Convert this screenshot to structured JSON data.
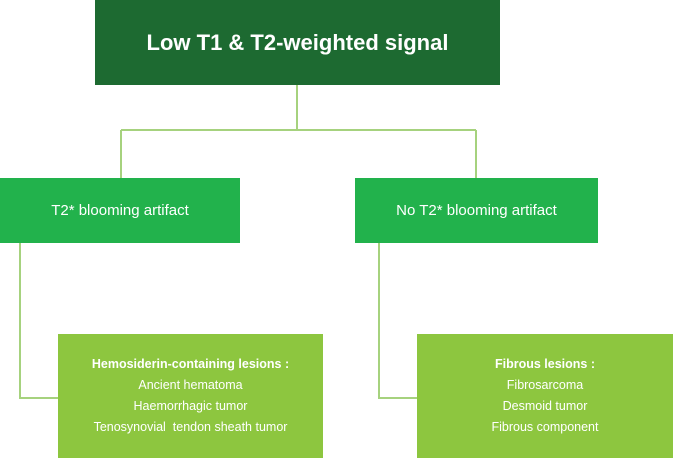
{
  "root": {
    "label": "Low T1 & T2-weighted signal"
  },
  "branches": [
    {
      "label": "T2* blooming artifact",
      "leaf": {
        "heading": "Hemosiderin-containing lesions :",
        "items": [
          "Ancient hematoma",
          "Haemorrhagic tumor",
          "Tenosynovial  tendon sheath tumor"
        ]
      }
    },
    {
      "label": "No T2* blooming artifact",
      "leaf": {
        "heading": "Fibrous lesions :",
        "items": [
          "Fibrosarcoma",
          "Desmoid tumor",
          "Fibrous component"
        ]
      }
    }
  ],
  "colors": {
    "root": "#1d6a31",
    "branch": "#22b24c",
    "leaf": "#8dc63f",
    "connector": "#a6d27e"
  }
}
